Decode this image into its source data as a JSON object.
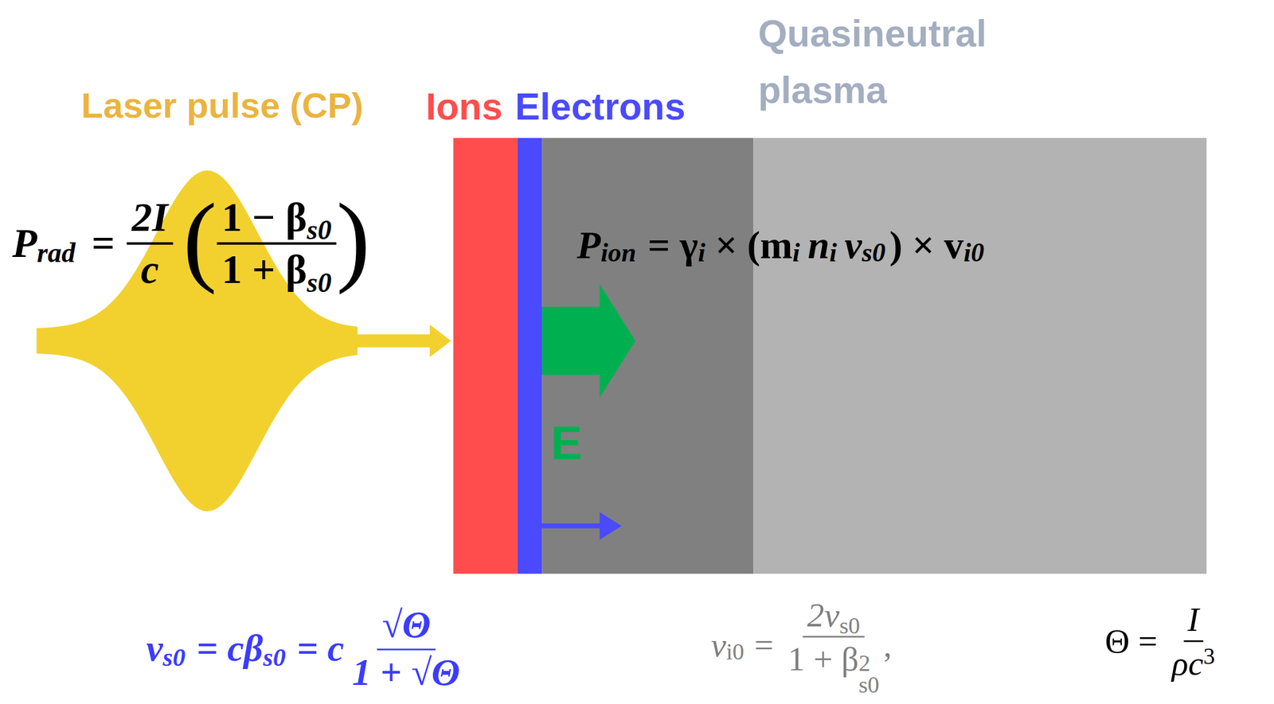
{
  "diagram": {
    "nodes": [
      {
        "text": [
          "Laser pulse (CP)"
        ]
      },
      {
        "text": [
          "Ions"
        ]
      },
      {
        "text": [
          "Electrons"
        ]
      },
      {
        "text": [
          "Quasineutral plasma"
        ]
      }
    ],
    "edges": [
      {
        "from": 0,
        "to": 1,
        "arrow": "to"
      }
    ],
    "labels": [
      "E",
      "P",
      "rad",
      "=",
      "2I",
      "c",
      "(",
      "1 − β",
      "s0",
      "1 + β",
      "s0",
      ")",
      "P",
      "ion",
      "= γ",
      "i",
      "× (m",
      "i",
      "n",
      "i",
      "v",
      "s0",
      ") × v",
      "i0",
      "v",
      "s0",
      "= cβ",
      "s0",
      "= c",
      "√Θ",
      "1 + √Θ",
      "v",
      "i0",
      "=",
      "2v",
      "s0",
      "1 + β",
      "s0",
      "2",
      ",",
      "Θ =",
      "I",
      "ρc",
      "3"
    ]
  }
}
